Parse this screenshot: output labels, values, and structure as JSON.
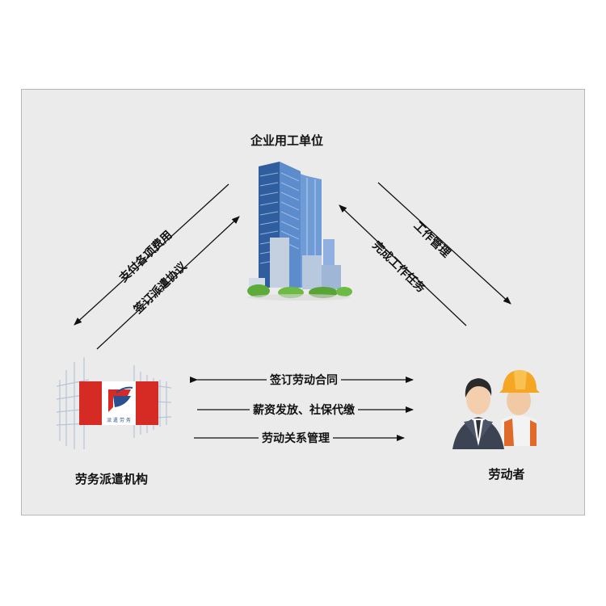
{
  "nodes": {
    "employer": "企业用工单位",
    "agency": "劳务派遣机构",
    "worker": "劳动者"
  },
  "edges": {
    "agency_to_employer_outer": "支付各项费用",
    "agency_to_employer_inner": "签订派遣协议",
    "employer_to_worker_outer": "工作管理",
    "worker_to_employer_inner": "完成工作任务",
    "agency_worker": [
      "签订劳动合同",
      "薪资发放、社保代缴",
      "劳动关系管理"
    ]
  },
  "logo": {
    "text": "派 遣 劳 务"
  },
  "colors": {
    "background": "#ebebeb",
    "agency_red": "#d62a25",
    "building_blue": "#4a78b8",
    "helmet_orange": "#f0a020"
  }
}
